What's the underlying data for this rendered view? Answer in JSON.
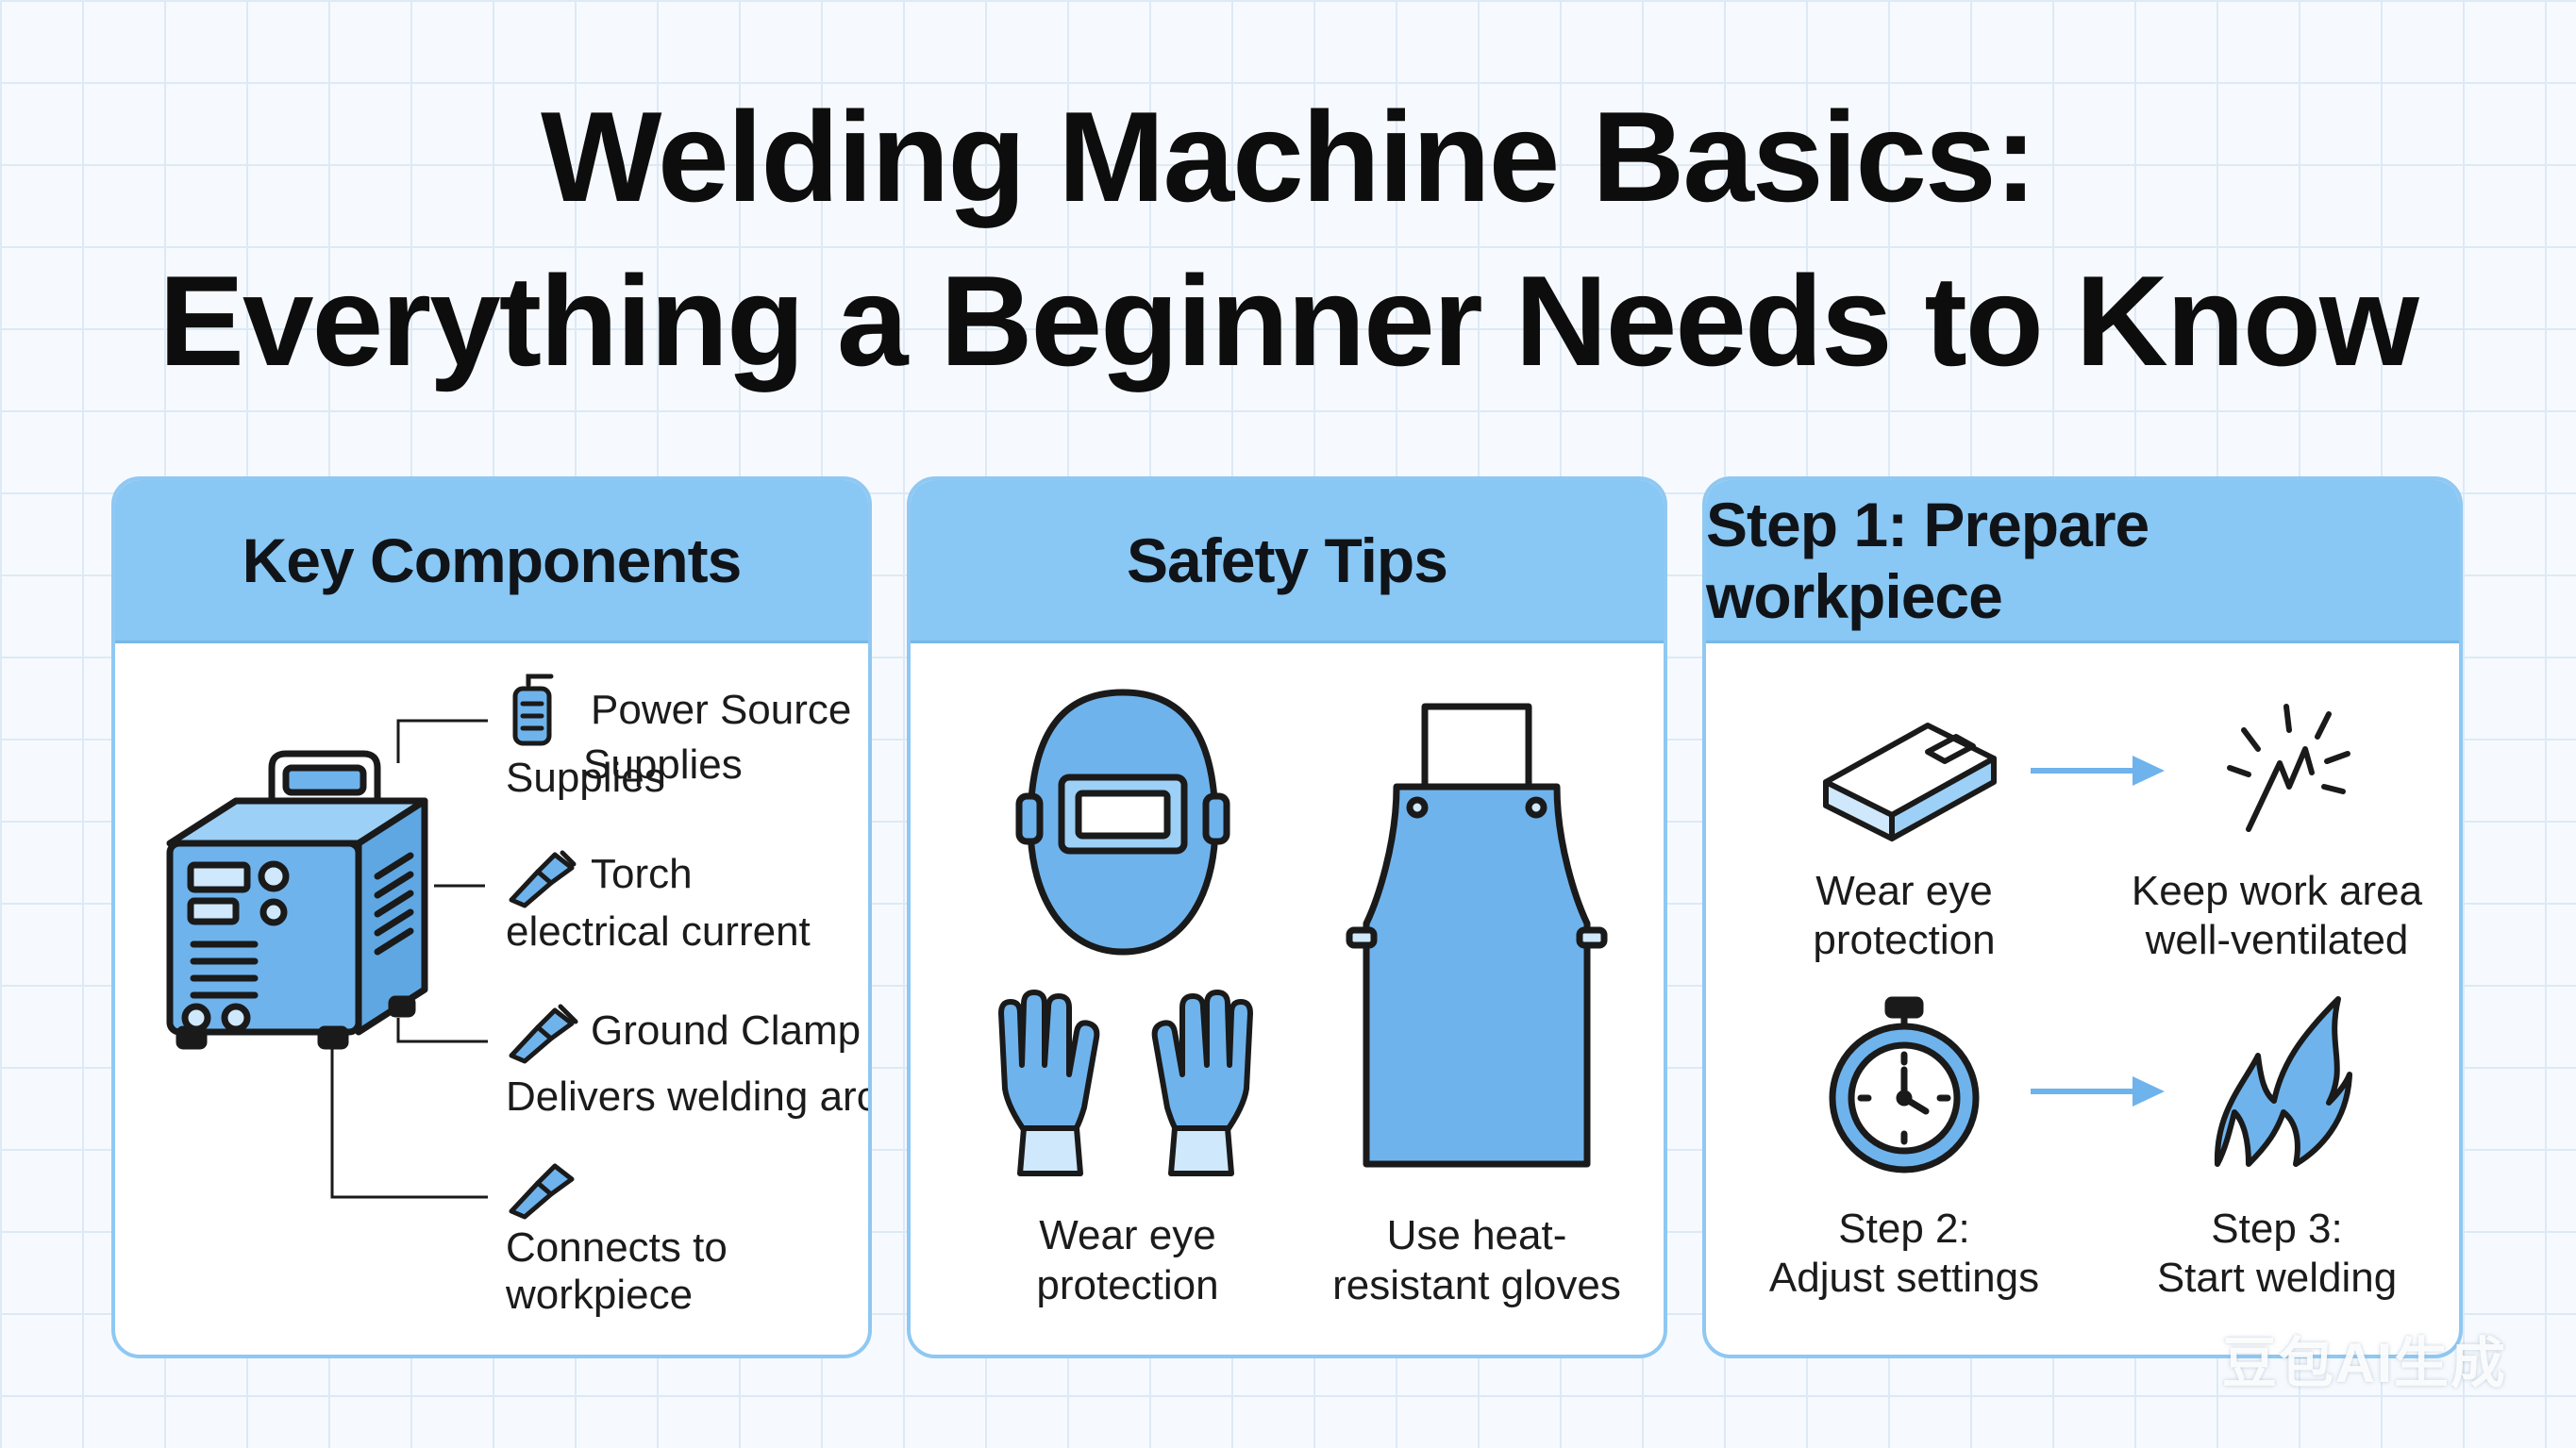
{
  "title": {
    "line1": "Welding Machine Basics:",
    "line2": "Everything a Beginner Needs to Know"
  },
  "cards": [
    {
      "heading": "Key Components",
      "labels": {
        "power_source": "Power Source",
        "supplies_a": "Supplies",
        "supplies_b": "Supplies",
        "torch": "Torch",
        "electrical_current": "electrical current",
        "ground_clamp": "Ground Clamp",
        "delivers_arc": "Delivers welding arc",
        "connects_line1": "Connects to",
        "connects_line2": "workpiece"
      }
    },
    {
      "heading": "Safety Tips",
      "labels": {
        "eye_line1": "Wear eye",
        "eye_line2": "protection",
        "gloves_line1": "Use heat-",
        "gloves_line2": "resistant gloves"
      }
    },
    {
      "heading": "Step 1: Prepare workpiece",
      "labels": {
        "eye_line1": "Wear eye",
        "eye_line2": "protection",
        "vent_line1": "Keep work area",
        "vent_line2": "well-ventilated",
        "step2_line1": "Step 2:",
        "step2_line2": "Adjust settings",
        "step3_line1": "Step 3:",
        "step3_line2": "Start welding"
      }
    }
  ],
  "icons": {
    "card1": [
      "welding-machine-icon",
      "power-source-icon",
      "torch-icon",
      "ground-clamp-icon",
      "connector-icon"
    ],
    "card2": [
      "welding-helmet-icon",
      "gloves-icon",
      "apron-icon"
    ],
    "card3": [
      "metal-plate-icon",
      "spark-icon",
      "stopwatch-icon",
      "flame-icon",
      "arrow-right-icon"
    ]
  },
  "colors": {
    "accent": "#89c7f4",
    "icon_fill": "#6fb3ec",
    "border": "#8fc8f2",
    "outline": "#1a1a1a"
  },
  "watermark": "豆包AI生成"
}
